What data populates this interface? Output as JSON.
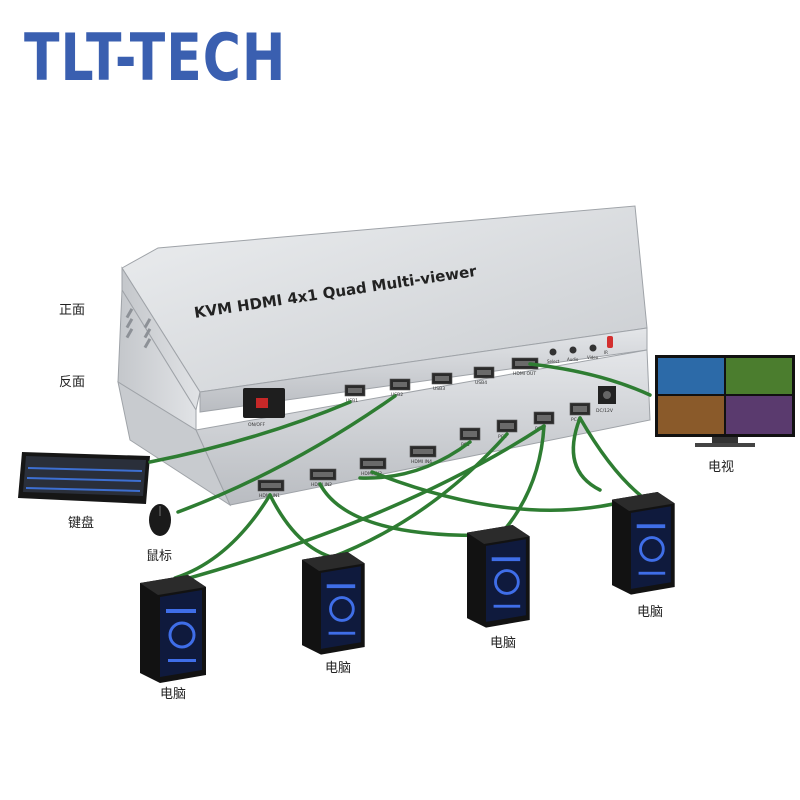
{
  "brand": "TLT-TECH",
  "device": {
    "title": "KVM  HDMI 4x1 Quad Multi-viewer",
    "side_labels": {
      "front": "正面",
      "back": "反面"
    },
    "front_ports": [
      "USB1",
      "USB2",
      "USB3",
      "USB4",
      "HDMI OUT"
    ],
    "front_buttons": [
      "Select",
      "Audio",
      "Video",
      "IR"
    ],
    "back_power_switch": "ON/OFF",
    "back_hdmi_ports": [
      "HDMI IN1",
      "HDMI IN2",
      "HDMI IN3",
      "HDMI IN4"
    ],
    "back_usb_ports": [
      "PC1",
      "PC2",
      "PC3",
      "PC4"
    ],
    "back_dc": "DC/12V"
  },
  "peripherals": {
    "tv": "电视",
    "keyboard": "键盘",
    "mouse": "鼠标",
    "computers": [
      "电脑",
      "电脑",
      "电脑",
      "电脑"
    ]
  },
  "colors": {
    "connection": "#2e7d32",
    "brand": "#3a5fb0",
    "chassis": "#d6d8db"
  }
}
